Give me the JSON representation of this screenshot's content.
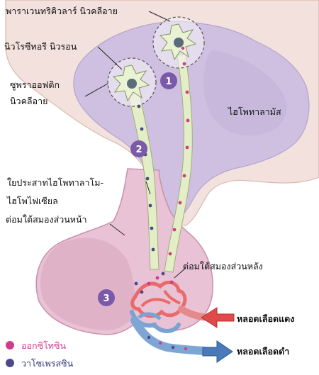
{
  "labels": {
    "paraventricular": "พาราเวนทริคิวลาร์ นิวคลีอาย",
    "neurosecretory": "นิวโรซีทอรี นิวรอน",
    "supraoptic_line1": "ซูพราออฟติก",
    "supraoptic_line2": "นิวคลีอาย",
    "hypothalamus": "ไฮโพทาลามัส",
    "tract_line1": "ใยประสาทไฮโพทาลาโม-",
    "tract_line2": "ไฮโพไฟเซียล",
    "anterior_pituitary": "ต่อมใต้สมองส่วนหน้า",
    "posterior_pituitary": "ต่อมใต้สมองส่วนหลัง",
    "artery": "หลอดเลือดแดง",
    "vein": "หลอดเลือดดำ"
  },
  "steps": [
    "1",
    "2",
    "3"
  ],
  "legend": [
    {
      "label": "ออกซิโทซิน",
      "color": "#d23a8c"
    },
    {
      "label": "วาโซเพรสซิน",
      "color": "#4a4a8a"
    }
  ],
  "colors": {
    "hypothalamus": "#cdbde0",
    "brain_outline": "#e8d3cf",
    "pituitary": "#e3bdd2",
    "axon": "#e6efc8",
    "step_badge": "#7a5aa8",
    "artery": "#e04a4a",
    "vein": "#4a7ab8"
  }
}
